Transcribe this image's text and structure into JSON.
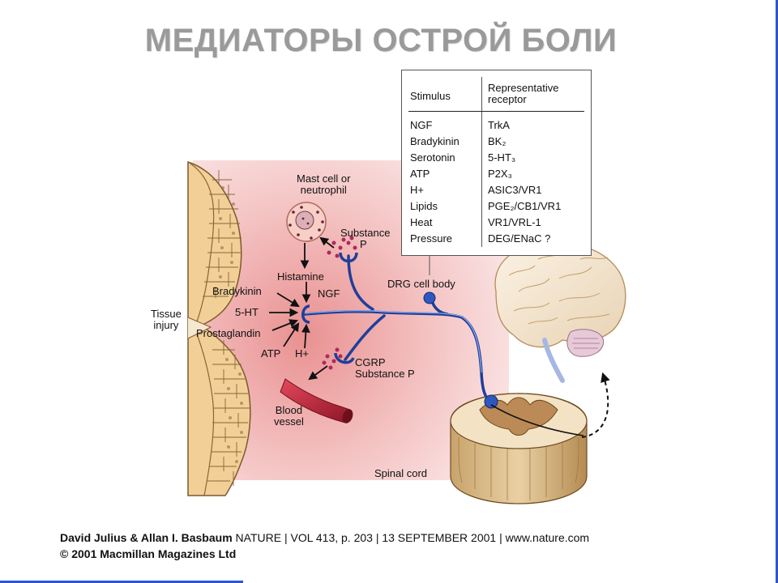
{
  "slide": {
    "title": "МЕДИАТОРЫ ОСТРОЙ БОЛИ",
    "accent_color": "#2f56c8",
    "title_color": "#9a9a9a"
  },
  "figure": {
    "labels": {
      "mast_cell": "Mast cell or",
      "mast_cell_2": "neutrophil",
      "substance_p_top": "Substance",
      "substance_p_top_2": "P",
      "histamine": "Histamine",
      "ngf": "NGF",
      "bradykinin": "Bradykinin",
      "five_ht": "5-HT",
      "prostaglandin": "Prostaglandin",
      "atp": "ATP",
      "h_plus": "H+",
      "tissue_injury": "Tissue",
      "tissue_injury_2": "injury",
      "cgrp": "CGRP",
      "substance_p_bottom": "Substance P",
      "blood_vessel": "Blood",
      "blood_vessel_2": "vessel",
      "drg_cell_body": "DRG cell body",
      "spinal_cord": "Spinal cord"
    },
    "table": {
      "header_stimulus": "Stimulus",
      "header_receptor": "Representative",
      "header_receptor_2": "receptor",
      "rows": [
        {
          "stimulus": "NGF",
          "receptor": "TrkA"
        },
        {
          "stimulus": "Bradykinin",
          "receptor": "BK₂"
        },
        {
          "stimulus": "Serotonin",
          "receptor": "5-HT₃"
        },
        {
          "stimulus": "ATP",
          "receptor": "P2X₃"
        },
        {
          "stimulus": "H+",
          "receptor": "ASIC3/VR1"
        },
        {
          "stimulus": "Lipids",
          "receptor": "PGE₂/CB1/VR1"
        },
        {
          "stimulus": "Heat",
          "receptor": "VR1/VRL-1"
        },
        {
          "stimulus": "Pressure",
          "receptor": "DEG/ENaC ?"
        }
      ]
    }
  },
  "credits": {
    "authors": "David Julius  & Allan I. Basbaum",
    "citation": "NATURE | VOL 413, p. 203 | 13 SEPTEMBER 2001 |  www.nature.com",
    "copyright": "© 2001 Macmillan Magazines Ltd"
  }
}
